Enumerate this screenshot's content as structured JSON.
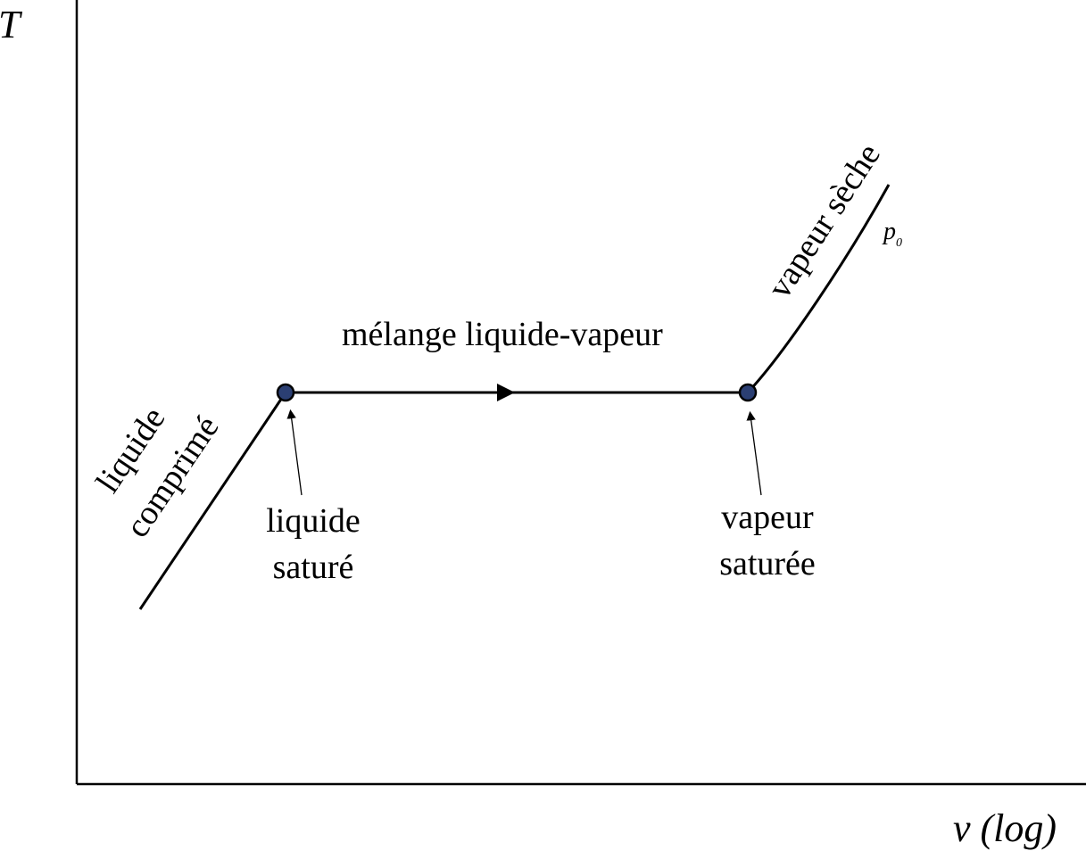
{
  "axes": {
    "y_label": "T",
    "x_label": "v (log)"
  },
  "regions": {
    "compressed_liquid_line1": "liquide",
    "compressed_liquid_line2": "comprimé",
    "mixture": "mélange liquide-vapeur",
    "superheated_vapor": "vapeur sèche"
  },
  "points": {
    "saturated_liquid_line1": "liquide",
    "saturated_liquid_line2": "saturé",
    "saturated_vapor_line1": "vapeur",
    "saturated_vapor_line2": "saturée"
  },
  "isobar": {
    "label": "p",
    "subscript": "0"
  },
  "colors": {
    "point_fill": "#2b3f73",
    "line": "#000000"
  }
}
